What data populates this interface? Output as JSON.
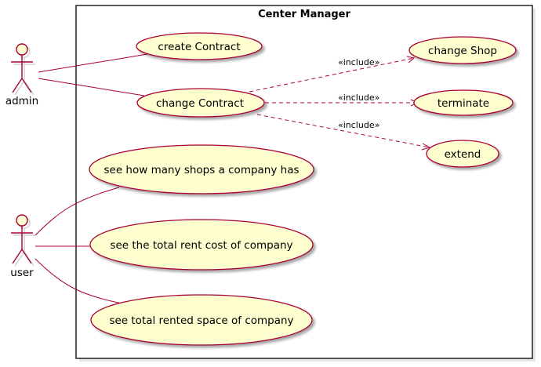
{
  "system": {
    "title": "Center Manager"
  },
  "actors": {
    "admin": {
      "label": "admin"
    },
    "user": {
      "label": "user"
    }
  },
  "use_cases": {
    "create_contract": "create Contract",
    "change_contract": "change Contract",
    "change_shop": "change Shop",
    "terminate": "terminate",
    "extend": "extend",
    "shops_count": "see how many shops a company has",
    "rent_cost": "see the total rent cost of company",
    "rented_space": "see total rented space of company"
  },
  "relations": {
    "include_1": "«include»",
    "include_2": "«include»",
    "include_3": "«include»"
  },
  "colors": {
    "usecase_fill": "#FEFECE",
    "border": "#A80036",
    "boundary": "#000000",
    "shadow": "#C8C8C8"
  }
}
